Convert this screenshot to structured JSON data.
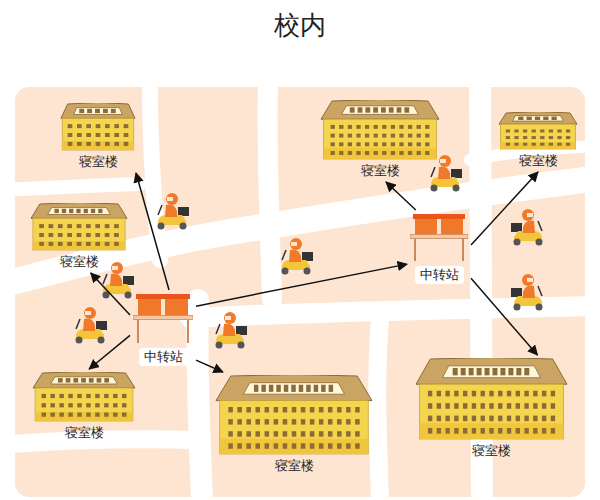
{
  "diagram": {
    "title": "校内",
    "nodes": [
      {
        "text": [
          "寝室楼"
        ]
      },
      {
        "text": [
          "寝室楼"
        ]
      },
      {
        "text": [
          "寝室楼"
        ]
      },
      {
        "text": [
          "寝室楼"
        ]
      },
      {
        "text": [
          "中转站"
        ]
      },
      {
        "text": [
          "中转站"
        ]
      },
      {
        "text": [
          "寝室楼"
        ]
      },
      {
        "text": [
          "寝室楼"
        ]
      },
      {
        "text": [
          "寝室楼"
        ]
      }
    ],
    "edges": [
      {
        "from": 5,
        "to": 0,
        "arrow": "to"
      },
      {
        "from": 5,
        "to": 3,
        "arrow": "to"
      },
      {
        "from": 5,
        "to": 6,
        "arrow": "to"
      },
      {
        "from": 5,
        "to": 7,
        "arrow": "to"
      },
      {
        "from": 5,
        "to": 4,
        "arrow": "to"
      },
      {
        "from": 4,
        "to": 1,
        "arrow": "to"
      },
      {
        "from": 4,
        "to": 2,
        "arrow": "to"
      },
      {
        "from": 4,
        "to": 8,
        "arrow": "to"
      }
    ]
  }
}
